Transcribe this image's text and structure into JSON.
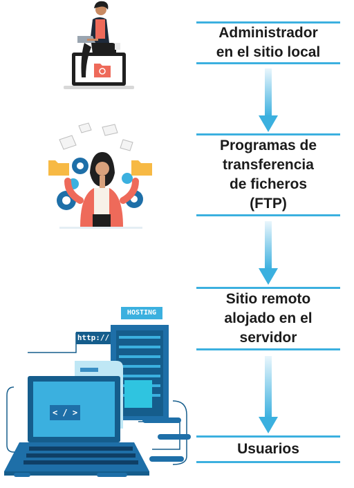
{
  "steps": [
    {
      "lines": [
        "Administrador",
        "en el sitio local"
      ]
    },
    {
      "lines": [
        "Programas de",
        "transferencia",
        "de ficheros",
        "(FTP)"
      ]
    },
    {
      "lines": [
        "Sitio remoto",
        "alojado en el",
        "servidor"
      ]
    },
    {
      "lines": [
        "Usuarios"
      ]
    }
  ],
  "illustration_labels": {
    "hosting": "HOSTING",
    "http": "http://",
    "code": "< / >"
  },
  "colors": {
    "accent_blue": "#3bb0df",
    "arrow_top": "#e3f4fb",
    "arrow_bottom": "#3bb0df",
    "dark_blue": "#155d8c",
    "coral": "#ee6a5a",
    "folder_yellow": "#f7b944"
  },
  "icons": [
    "woman-laptop-icon",
    "woman-folders-icon",
    "server-laptop-icon",
    "flow-arrow-icon"
  ]
}
